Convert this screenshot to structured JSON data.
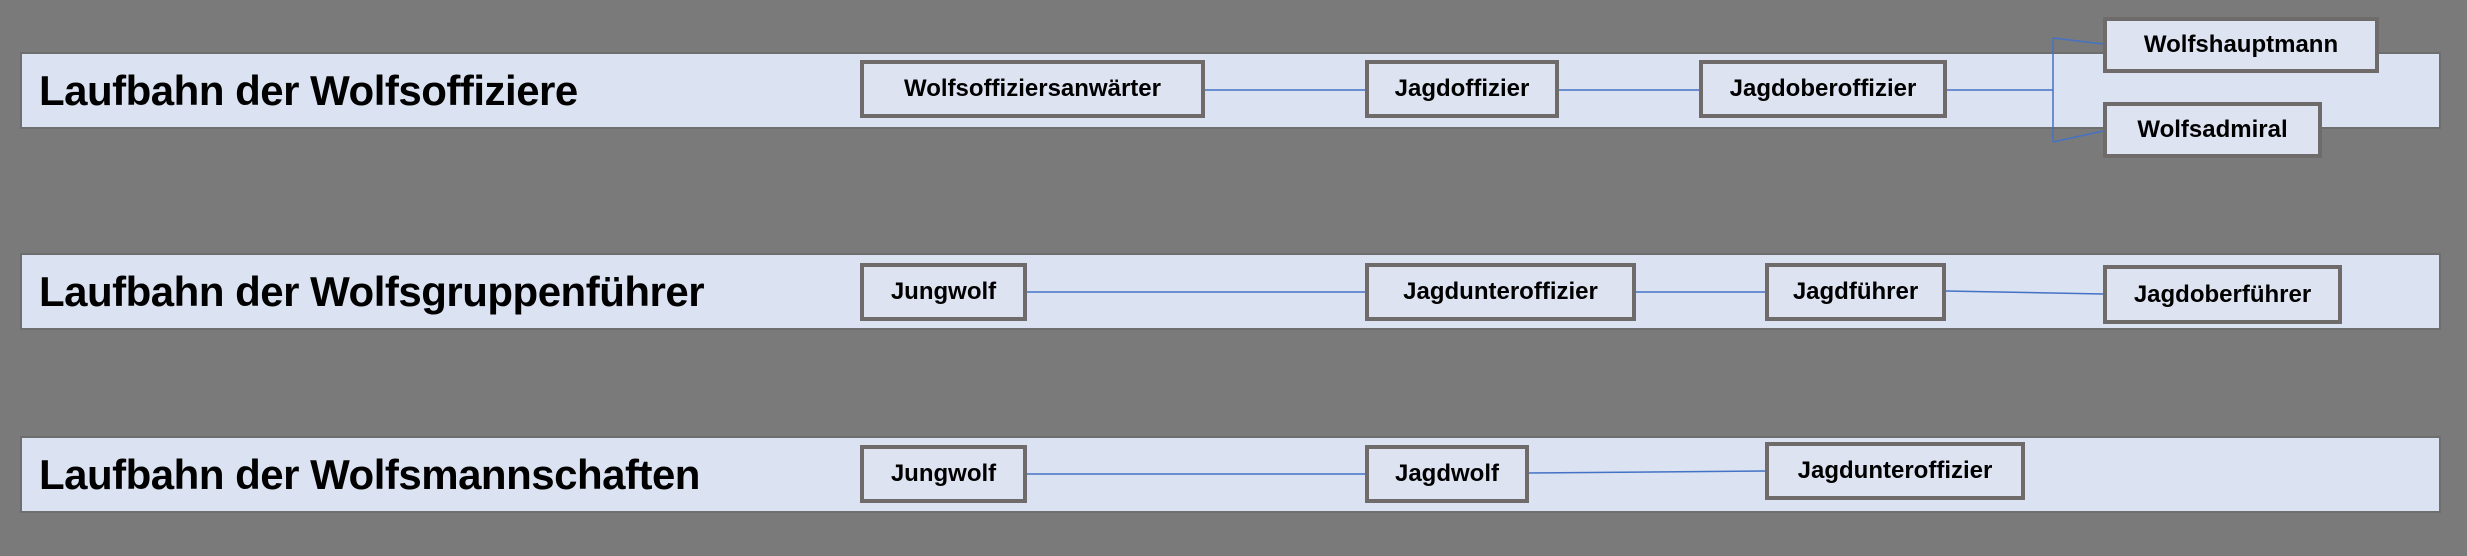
{
  "rows": [
    {
      "title": "Laufbahn der Wolfsoffiziere",
      "ranks": [
        "Wolfsoffiziersanwärter",
        "Jagdoffizier",
        "Jagdoberoffizier",
        "Wolfshauptmann",
        "Wolfsadmiral"
      ]
    },
    {
      "title": "Laufbahn der Wolfsgruppenführer",
      "ranks": [
        "Jungwolf",
        "Jagdunteroffizier",
        "Jagdführer",
        "Jagdoberführer"
      ]
    },
    {
      "title": "Laufbahn der Wolfsmannschaften",
      "ranks": [
        "Jungwolf",
        "Jagdwolf",
        "Jagdunteroffizier"
      ]
    }
  ],
  "colors": {
    "background": "#7a7a7a",
    "band": "#dbe2f1",
    "connector": "#4472c4",
    "border": "#6f6b6b"
  }
}
